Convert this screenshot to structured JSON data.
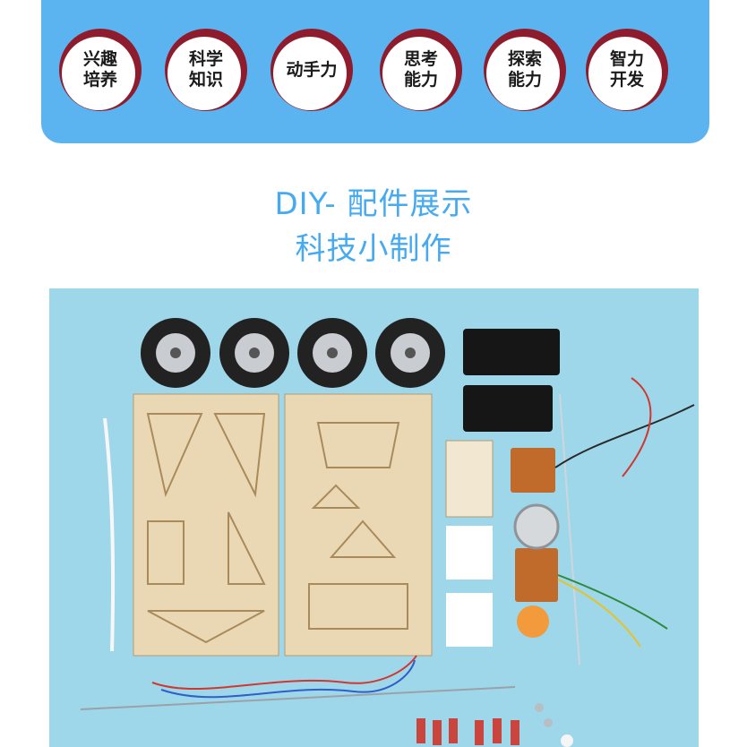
{
  "badges": [
    {
      "line1": "兴趣",
      "line2": "培养"
    },
    {
      "line1": "科学",
      "line2": "知识"
    },
    {
      "line1": "动手力",
      "line2": ""
    },
    {
      "line1": "思考",
      "line2": "能力"
    },
    {
      "line1": "探索",
      "line2": "能力"
    },
    {
      "line1": "智力",
      "line2": "开发"
    }
  ],
  "heading": {
    "line1": "DIY- 配件展示",
    "line2": "科技小制作"
  },
  "colors": {
    "banner": "#5bb4f0",
    "ring": "#8e1c2c",
    "title": "#46aaf0",
    "photo_bg": "#9fd7ea",
    "wood": "#ead8b4"
  }
}
